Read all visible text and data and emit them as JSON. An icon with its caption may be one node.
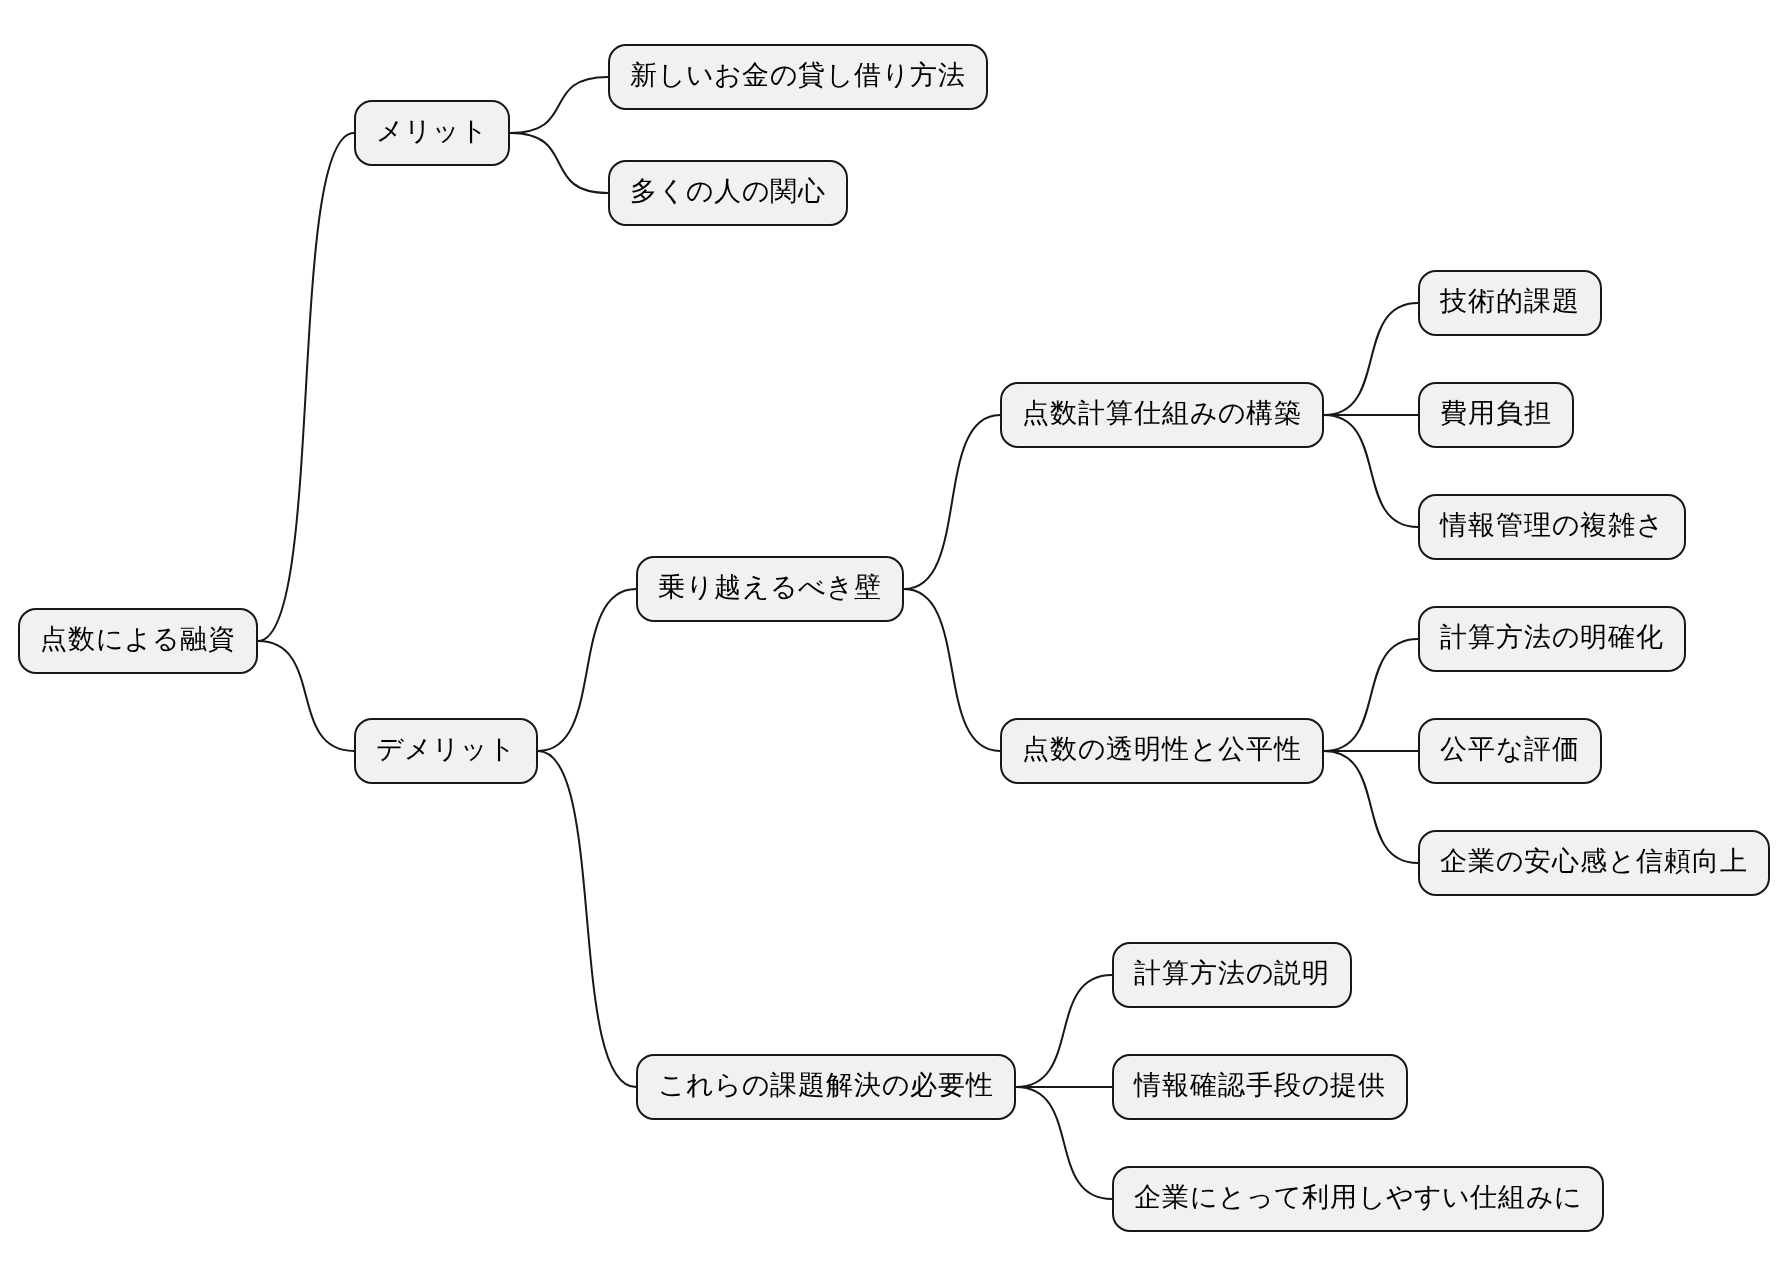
{
  "diagram": {
    "nodes": [
      {
        "text": [
          "点数による融資"
        ]
      },
      {
        "text": [
          "メリット"
        ]
      },
      {
        "text": [
          "新しいお金の貸し借り方法"
        ]
      },
      {
        "text": [
          "多くの人の関心"
        ]
      },
      {
        "text": [
          "デメリット"
        ]
      },
      {
        "text": [
          "乗り越えるべき壁"
        ]
      },
      {
        "text": [
          "点数計算仕組みの構築"
        ]
      },
      {
        "text": [
          "技術的課題"
        ]
      },
      {
        "text": [
          "費用負担"
        ]
      },
      {
        "text": [
          "情報管理の複雑さ"
        ]
      },
      {
        "text": [
          "点数の透明性と公平性"
        ]
      },
      {
        "text": [
          "計算方法の明確化"
        ]
      },
      {
        "text": [
          "公平な評価"
        ]
      },
      {
        "text": [
          "企業の安心感と信頼向上"
        ]
      },
      {
        "text": [
          "これらの課題解決の必要性"
        ]
      },
      {
        "text": [
          "計算方法の説明"
        ]
      },
      {
        "text": [
          "情報確認手段の提供"
        ]
      },
      {
        "text": [
          "企業にとって利用しやすい仕組みに"
        ]
      }
    ],
    "edges": [
      {
        "from": 0,
        "to": 1,
        "arrow": "none"
      },
      {
        "from": 1,
        "to": 2,
        "arrow": "none"
      },
      {
        "from": 1,
        "to": 3,
        "arrow": "none"
      },
      {
        "from": 0,
        "to": 4,
        "arrow": "none"
      },
      {
        "from": 4,
        "to": 5,
        "arrow": "none"
      },
      {
        "from": 5,
        "to": 6,
        "arrow": "none"
      },
      {
        "from": 6,
        "to": 7,
        "arrow": "none"
      },
      {
        "from": 6,
        "to": 8,
        "arrow": "none"
      },
      {
        "from": 6,
        "to": 9,
        "arrow": "none"
      },
      {
        "from": 5,
        "to": 10,
        "arrow": "none"
      },
      {
        "from": 10,
        "to": 11,
        "arrow": "none"
      },
      {
        "from": 10,
        "to": 12,
        "arrow": "none"
      },
      {
        "from": 10,
        "to": 13,
        "arrow": "none"
      },
      {
        "from": 4,
        "to": 14,
        "arrow": "none"
      },
      {
        "from": 14,
        "to": 15,
        "arrow": "none"
      },
      {
        "from": 14,
        "to": 16,
        "arrow": "none"
      },
      {
        "from": 14,
        "to": 17,
        "arrow": "none"
      }
    ]
  }
}
